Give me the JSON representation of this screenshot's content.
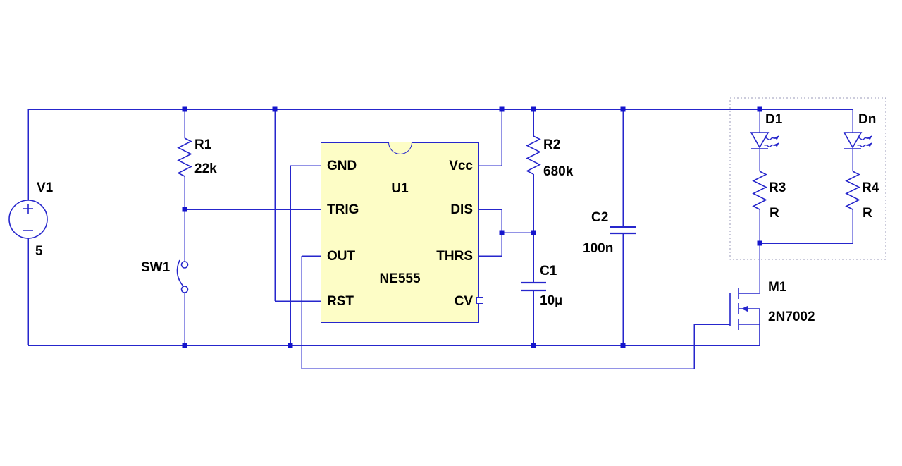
{
  "colors": {
    "wire": "#2626cc",
    "junction": "#1414cc",
    "ic_fill": "#fdfdc6"
  },
  "components": {
    "v1": {
      "ref": "V1",
      "value": "5"
    },
    "r1": {
      "ref": "R1",
      "value": "22k"
    },
    "sw1": {
      "ref": "SW1"
    },
    "u1": {
      "ref": "U1",
      "part": "NE555",
      "pins_left": [
        "GND",
        "TRIG",
        "OUT",
        "RST"
      ],
      "pins_right": [
        "Vcc",
        "DIS",
        "THRS",
        "CV"
      ]
    },
    "r2": {
      "ref": "R2",
      "value": "680k"
    },
    "c1": {
      "ref": "C1",
      "value": "10µ"
    },
    "c2": {
      "ref": "C2",
      "value": "100n"
    },
    "d1": {
      "ref": "D1"
    },
    "dn": {
      "ref": "Dn"
    },
    "r3": {
      "ref": "R3",
      "value": "R"
    },
    "r4": {
      "ref": "R4",
      "value": "R"
    },
    "m1": {
      "ref": "M1",
      "part": "2N7002"
    }
  }
}
